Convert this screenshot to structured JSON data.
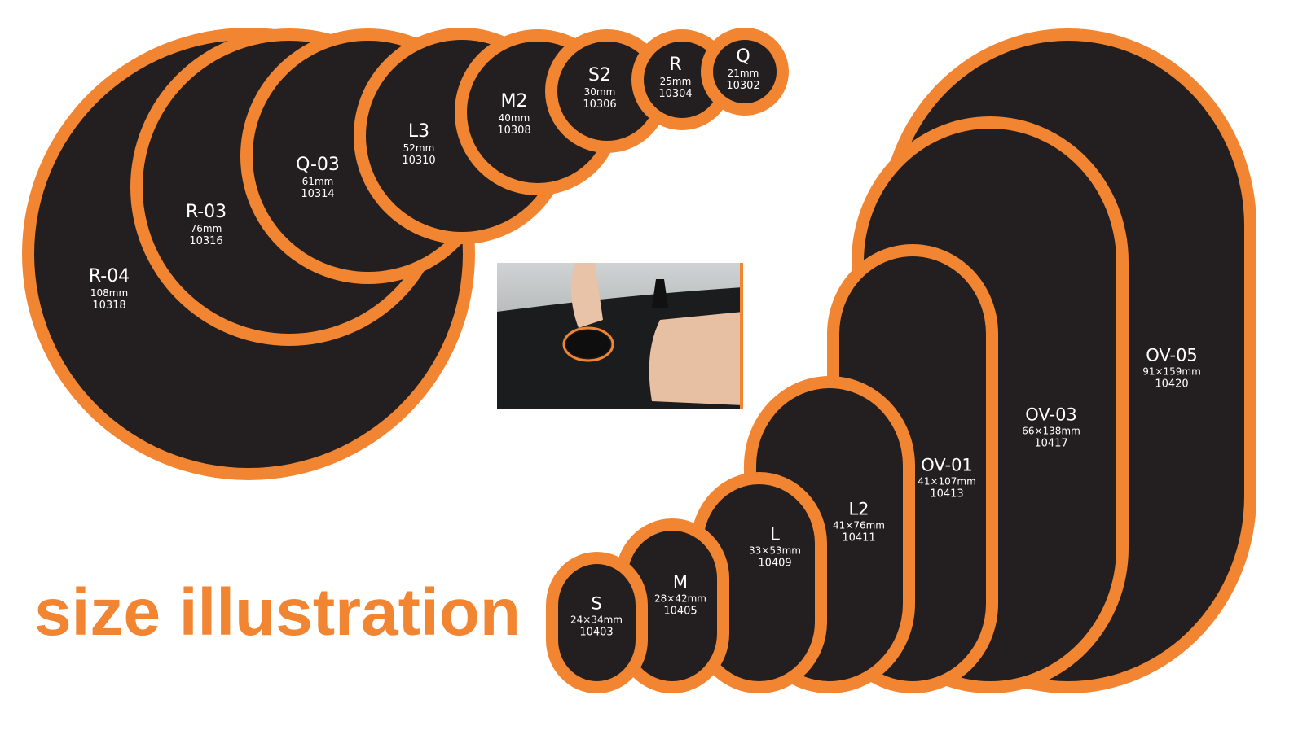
{
  "colors": {
    "orange": "#f28532",
    "patch": "#231f20"
  },
  "title": "size illustration",
  "round_patches": [
    {
      "name": "R-04",
      "size": "108mm",
      "code": "10318"
    },
    {
      "name": "R-03",
      "size": "76mm",
      "code": "10316"
    },
    {
      "name": "Q-03",
      "size": "61mm",
      "code": "10314"
    },
    {
      "name": "L3",
      "size": "52mm",
      "code": "10310"
    },
    {
      "name": "M2",
      "size": "40mm",
      "code": "10308"
    },
    {
      "name": "S2",
      "size": "30mm",
      "code": "10306"
    },
    {
      "name": "R",
      "size": "25mm",
      "code": "10304"
    },
    {
      "name": "Q",
      "size": "21mm",
      "code": "10302"
    }
  ],
  "oval_patches": [
    {
      "name": "OV-05",
      "size": "91×159mm",
      "code": "10420"
    },
    {
      "name": "OV-03",
      "size": "66×138mm",
      "code": "10417"
    },
    {
      "name": "OV-01",
      "size": "41×107mm",
      "code": "10413"
    },
    {
      "name": "L2",
      "size": "41×76mm",
      "code": "10411"
    },
    {
      "name": "L",
      "size": "33×53mm",
      "code": "10409"
    },
    {
      "name": "M",
      "size": "28×42mm",
      "code": "10405"
    },
    {
      "name": "S",
      "size": "24×34mm",
      "code": "10403"
    }
  ]
}
